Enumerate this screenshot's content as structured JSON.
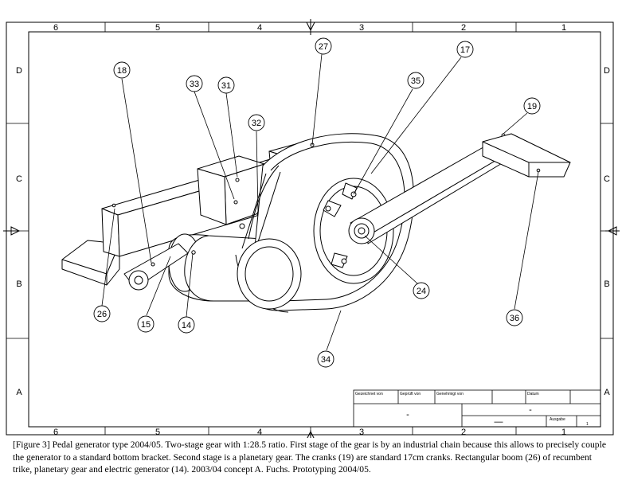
{
  "figure": {
    "caption": "[Figure 3] Pedal generator type 2004/05. Two-stage gear with 1:28.5 ratio.  First stage of the gear is by an industrial chain because this allows to precisely couple the generator to a standard bottom bracket. Second stage is a planetary gear. The cranks (19) are standard 17cm cranks. Rectangular boom (26) of recumbent trike, planetary gear and electric generator (14). 2003/04 concept A. Fuchs. Prototyping 2004/05."
  },
  "frame": {
    "top_columns": [
      "6",
      "5",
      "4",
      "3",
      "2",
      "1"
    ],
    "bottom_columns": [
      "6",
      "5",
      "4",
      "3",
      "2",
      "1"
    ],
    "left_rows": [
      "D",
      "C",
      "B",
      "A"
    ],
    "right_rows": [
      "D",
      "C",
      "B",
      "A"
    ]
  },
  "title_block": {
    "cell1": "Gezeichnet von",
    "cell2": "Geprüft von",
    "cell3": "Genehmigt von",
    "cell4": "Datum",
    "center_dash": "-",
    "right_dash": "-",
    "bottom_dash": "—",
    "sheet_label": "Ausgabe",
    "sheet_num": "1"
  },
  "callouts": [
    {
      "id": "c18",
      "label": "18"
    },
    {
      "id": "c33",
      "label": "33"
    },
    {
      "id": "c31",
      "label": "31"
    },
    {
      "id": "c32",
      "label": "32"
    },
    {
      "id": "c27",
      "label": "27"
    },
    {
      "id": "c35",
      "label": "35"
    },
    {
      "id": "c17",
      "label": "17"
    },
    {
      "id": "c19",
      "label": "19"
    },
    {
      "id": "c26",
      "label": "26"
    },
    {
      "id": "c15",
      "label": "15"
    },
    {
      "id": "c14",
      "label": "14"
    },
    {
      "id": "c34",
      "label": "34"
    },
    {
      "id": "c24",
      "label": "24"
    },
    {
      "id": "c36",
      "label": "36"
    }
  ]
}
